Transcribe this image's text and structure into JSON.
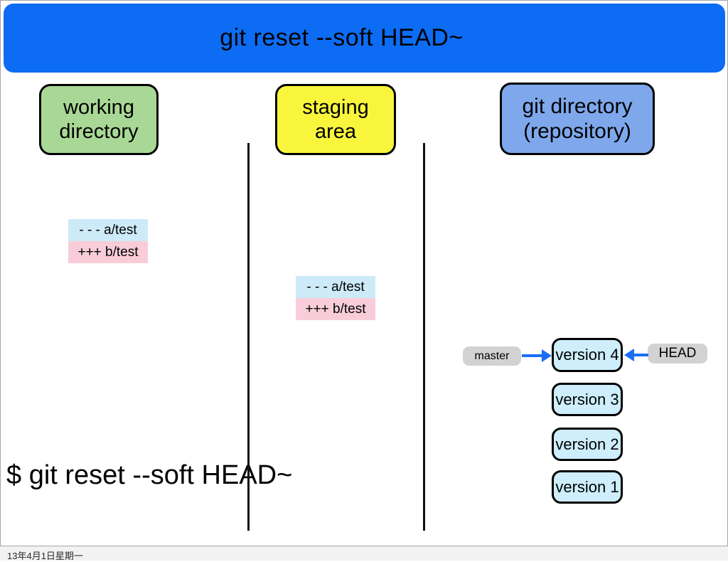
{
  "slide": {
    "title": "git reset --soft HEAD~",
    "command": "$ git reset --soft HEAD~",
    "footer_date": "13年4月1日星期一"
  },
  "columns": [
    {
      "id": "working-directory",
      "label": "working\ndirectory",
      "color": "#a9d896"
    },
    {
      "id": "staging-area",
      "label": "staging\narea",
      "color": "#f9f53c"
    },
    {
      "id": "git-directory",
      "label": "git directory\n(repository)",
      "color": "#7fa8ec"
    }
  ],
  "diffs": {
    "working_directory": {
      "lines": [
        {
          "text": "- - - a/test",
          "kind": "removed",
          "bg": "#cdeaf8"
        },
        {
          "text": "+++ b/test",
          "kind": "added",
          "bg": "#f8cdd9"
        }
      ]
    },
    "staging_area": {
      "lines": [
        {
          "text": "- - - a/test",
          "kind": "removed",
          "bg": "#cdeaf8"
        },
        {
          "text": "+++ b/test",
          "kind": "added",
          "bg": "#f8cdd9"
        }
      ]
    }
  },
  "repository": {
    "refs": {
      "branch": "master",
      "head": "HEAD"
    },
    "versions": [
      "version 4",
      "version 3",
      "version 2",
      "version 1"
    ],
    "arrow_color": "#1b6ef5"
  },
  "colors": {
    "header_bg": "#0d6cf4",
    "version_box_bg": "#cdeefa",
    "ref_label_bg": "#d2d2d2",
    "slide_border": "#a6a6a6"
  }
}
